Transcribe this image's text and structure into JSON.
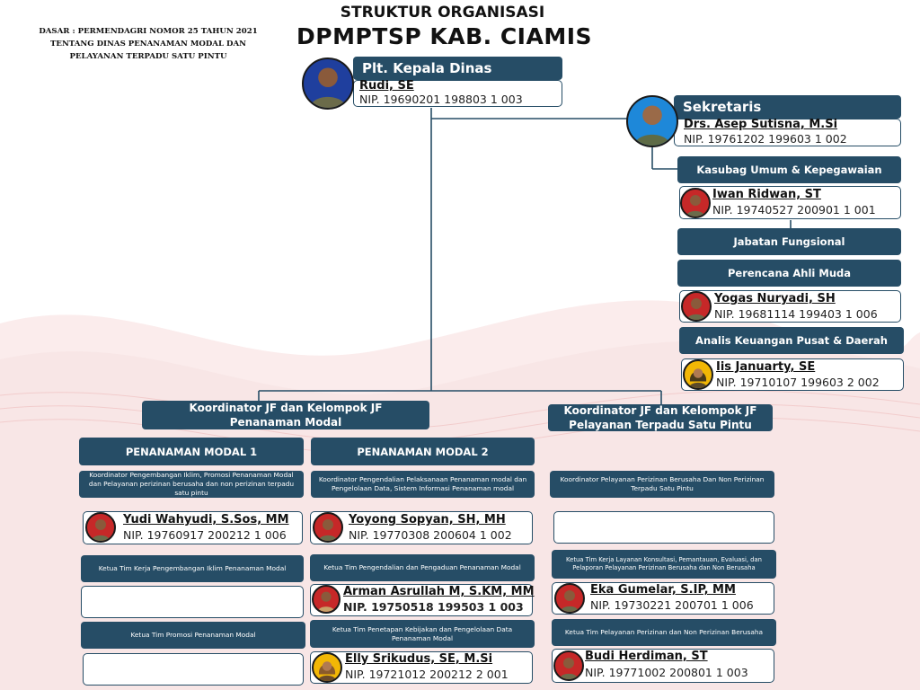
{
  "header": {
    "title_line1": "STRUKTUR ORGANISASI",
    "title_line2": "DPMPTSP KAB. CIAMIS",
    "basis_line1": "DASAR : PERMENDAGRI NOMOR 25 TAHUN 2021",
    "basis_line2": "TENTANG DINAS PENANAMAN MODAL DAN",
    "basis_line3": "PELAYANAN TERPADU SATU PINTU"
  },
  "kepala": {
    "role": "Plt. Kepala Dinas",
    "name": "Rudi, SE",
    "nip": "NIP. 19690201 198803 1 003"
  },
  "sekretaris": {
    "role": "Sekretaris",
    "name": "Drs. Asep Sutisna, M.Si",
    "nip": "NIP. 19761202 199603 1 002"
  },
  "kasubag": {
    "role": "Kasubag Umum & Kepegawaian",
    "name": "Iwan Ridwan, ST",
    "nip": "NIP. 19740527 200901 1 001"
  },
  "jabatan_fungsional": {
    "label": "Jabatan Fungsional"
  },
  "perencana": {
    "role": "Perencana Ahli Muda",
    "name": "Yogas Nuryadi, SH",
    "nip": "NIP. 19681114 199403 1 006"
  },
  "analis": {
    "role": "Analis Keuangan Pusat & Daerah",
    "name": "Iis Januarty, SE",
    "nip": "NIP. 19710107 199603 2 002"
  },
  "koord_pm": {
    "line1": "Koordinator JF dan Kelompok JF",
    "line2": "Penanaman Modal"
  },
  "koord_ptsp": {
    "line1": "Koordinator JF dan Kelompok JF",
    "line2": "Pelayanan Terpadu Satu Pintu"
  },
  "pm1": {
    "title": "PENANAMAN MODAL 1",
    "coord_role": "Koordinator Pengembangan Iklim, Promosi Penanaman Modal dan Pelayanan perizinan berusaha dan non perizinan terpadu satu pintu",
    "coord_name": "Yudi Wahyudi, S.Sos, MM",
    "coord_nip": "NIP. 19760917 200212 1 006",
    "tim1_role": "Ketua Tim Kerja Pengembangan Iklim Penanaman Modal",
    "tim2_role": "Ketua Tim Promosi Penanaman Modal"
  },
  "pm2": {
    "title": "PENANAMAN MODAL 2",
    "coord_role": "Koordinator Pengendalian Pelaksanaan Penanaman modal dan Pengelolaan Data, Sistem Informasi Penanaman modal",
    "coord_name": "Yoyong Sopyan, SH, MH",
    "coord_nip": "NIP. 19770308 200604 1 002",
    "tim1_role": "Ketua Tim Pengendalian dan Pengaduan Penanaman Modal",
    "tim1_name": "Arman Asrullah M, S.KM, MM",
    "tim1_nip": "NIP. 19750518 199503 1 003",
    "tim2_role": "Ketua Tim Penetapan Kebijakan dan Pengelolaan Data Penanaman Modal",
    "tim2_name": "Elly Srikudus, SE, M.Si",
    "tim2_nip": "NIP. 19721012 200212 2 001"
  },
  "ptsp": {
    "coord_role": "Koordinator Pelayanan Perizinan Berusaha Dan Non Perizinan Terpadu Satu Pintu",
    "tim1_role": "Ketua Tim Kerja Layanan Konsultasi, Pemantauan, Evaluasi, dan Pelaporan Pelayanan Perizinan Berusaha dan Non Berusaha",
    "tim1_name": "Eka Gumelar, S.IP, MM",
    "tim1_nip": "NIP. 19730221 200701 1 006",
    "tim2_role": "Ketua Tim Pelayanan Perizinan dan Non Perizinan Berusaha",
    "tim2_name": "Budi Herdiman, ST",
    "tim2_nip": "NIP. 19771002 200801 1 003"
  },
  "colors": {
    "box": "#264d66",
    "accent_red": "#c62828",
    "wave": "#f6dede"
  },
  "icons": {
    "avatar": "person-photo-icon"
  }
}
